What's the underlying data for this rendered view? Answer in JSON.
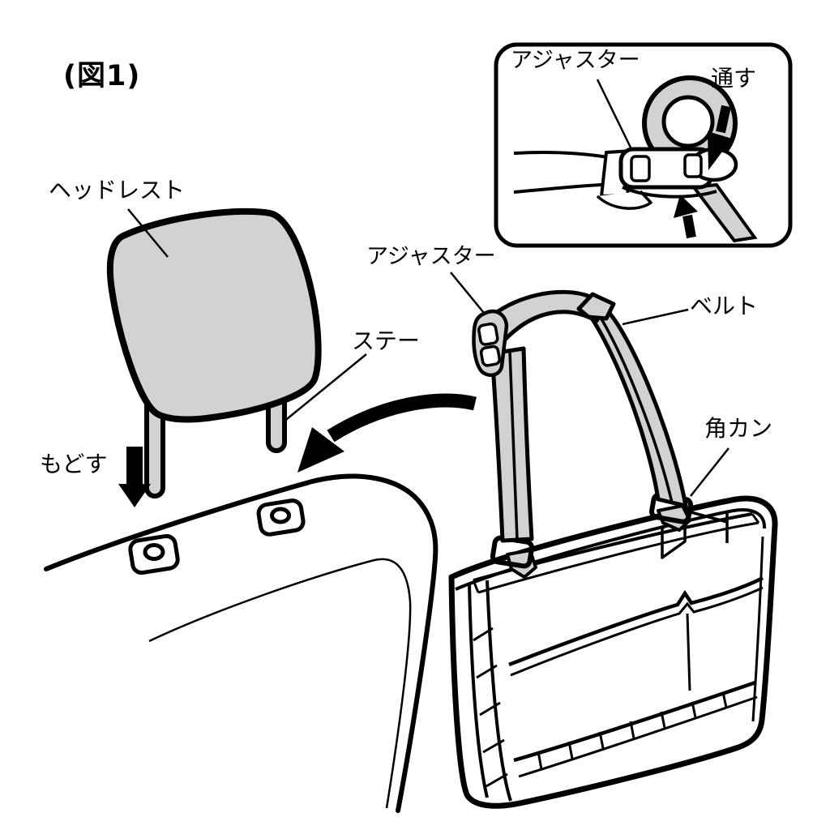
{
  "figure": {
    "title": "(図1)",
    "labels": {
      "headrest": "ヘッドレスト",
      "stay": "ステー",
      "return_arrow": "もどす",
      "adjuster_main": "アジャスター",
      "belt": "ベルト",
      "square_ring": "角カン"
    },
    "inset": {
      "adjuster": "アジャスター",
      "pass_through": "通す"
    },
    "colors": {
      "outline": "#000000",
      "gray_fill": "#d2d2d2",
      "background": "#ffffff"
    }
  }
}
